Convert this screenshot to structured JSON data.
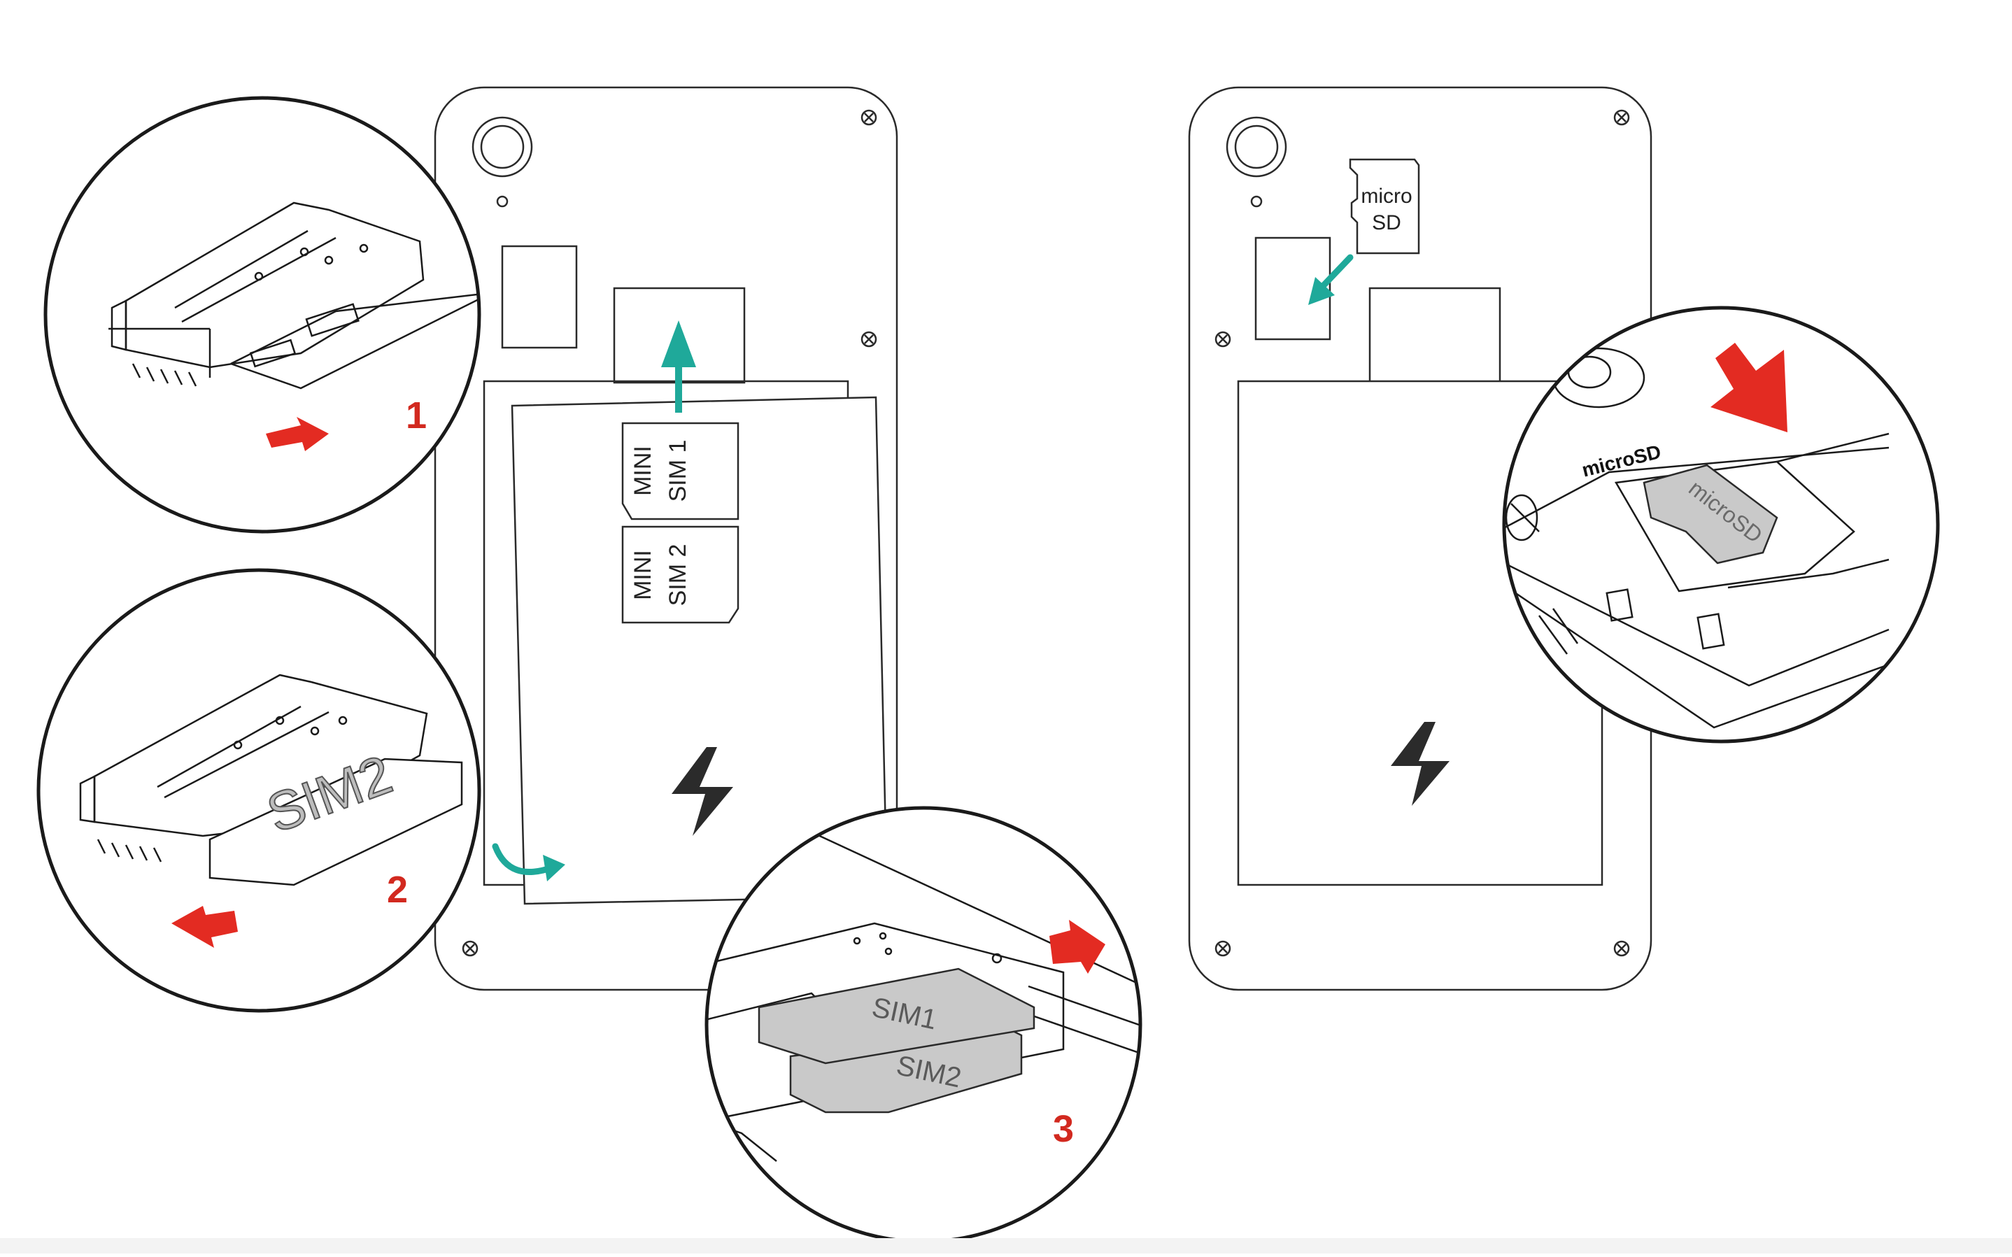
{
  "colors": {
    "line": "#2a2a2a",
    "teal_arrow": "#1fa99a",
    "red_arrow": "#e32b22",
    "step_number": "#d2291f",
    "card_fill": "#c9c9c9",
    "bolt": "#2b2b2b",
    "background": "#ffffff"
  },
  "icons": [
    "camera-icon",
    "screw-icon",
    "lightning-bolt-icon",
    "up-arrow-icon",
    "curved-arrow-icon",
    "insert-arrow-icon"
  ],
  "steps": {
    "step1": "1",
    "step2": "2",
    "step3": "3"
  },
  "left_phone": {
    "sim1_card": {
      "line1": "MINI",
      "line2": "SIM 1"
    },
    "sim2_card": {
      "line1": "MINI",
      "line2": "SIM 2"
    }
  },
  "right_phone": {
    "microsd_card": {
      "line1": "micro",
      "line2": "SD"
    }
  },
  "callouts": {
    "slot_sim2_label": "SIM2",
    "slot3_sim1_label": "SIM1",
    "slot3_sim2_label": "SIM2",
    "microsd_logo_text": "microSD",
    "microsd_card_text": "microSD"
  }
}
